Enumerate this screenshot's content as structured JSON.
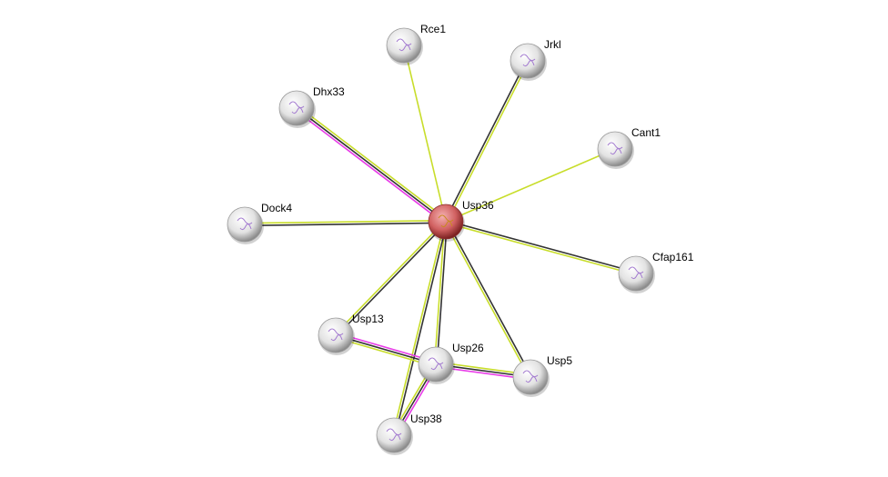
{
  "network": {
    "center": "Usp36",
    "nodes": [
      {
        "id": "Usp36",
        "label": "Usp36",
        "query": true
      },
      {
        "id": "Rce1",
        "label": "Rce1"
      },
      {
        "id": "Jrkl",
        "label": "Jrkl"
      },
      {
        "id": "Dhx33",
        "label": "Dhx33"
      },
      {
        "id": "Cant1",
        "label": "Cant1"
      },
      {
        "id": "Dock4",
        "label": "Dock4"
      },
      {
        "id": "Cfap161",
        "label": "Cfap161"
      },
      {
        "id": "Usp13",
        "label": "Usp13"
      },
      {
        "id": "Usp26",
        "label": "Usp26"
      },
      {
        "id": "Usp5",
        "label": "Usp5"
      },
      {
        "id": "Usp38",
        "label": "Usp38"
      }
    ],
    "edges": [
      {
        "a": "Usp36",
        "b": "Rce1",
        "evidence": [
          "textmining"
        ]
      },
      {
        "a": "Usp36",
        "b": "Jrkl",
        "evidence": [
          "coexpression",
          "textmining"
        ]
      },
      {
        "a": "Usp36",
        "b": "Dhx33",
        "evidence": [
          "experiments",
          "coexpression",
          "textmining"
        ]
      },
      {
        "a": "Usp36",
        "b": "Cant1",
        "evidence": [
          "textmining"
        ]
      },
      {
        "a": "Usp36",
        "b": "Dock4",
        "evidence": [
          "coexpression",
          "textmining"
        ]
      },
      {
        "a": "Usp36",
        "b": "Cfap161",
        "evidence": [
          "coexpression",
          "textmining"
        ]
      },
      {
        "a": "Usp36",
        "b": "Usp13",
        "evidence": [
          "coexpression",
          "textmining"
        ]
      },
      {
        "a": "Usp36",
        "b": "Usp26",
        "evidence": [
          "coexpression",
          "textmining"
        ]
      },
      {
        "a": "Usp36",
        "b": "Usp5",
        "evidence": [
          "coexpression",
          "textmining"
        ]
      },
      {
        "a": "Usp36",
        "b": "Usp38",
        "evidence": [
          "coexpression",
          "textmining"
        ]
      },
      {
        "a": "Usp13",
        "b": "Usp26",
        "evidence": [
          "experiments",
          "coexpression",
          "textmining"
        ]
      },
      {
        "a": "Usp26",
        "b": "Usp5",
        "evidence": [
          "textmining",
          "coexpression",
          "experiments"
        ]
      },
      {
        "a": "Usp26",
        "b": "Usp38",
        "evidence": [
          "experiments",
          "coexpression",
          "textmining"
        ]
      }
    ],
    "evidence_colors": {
      "textmining": "#c8dd2a",
      "coexpression": "#333333",
      "experiments": "#e83de8"
    },
    "query_color": "#c84a4a",
    "node_color": "#d8d8d8"
  }
}
